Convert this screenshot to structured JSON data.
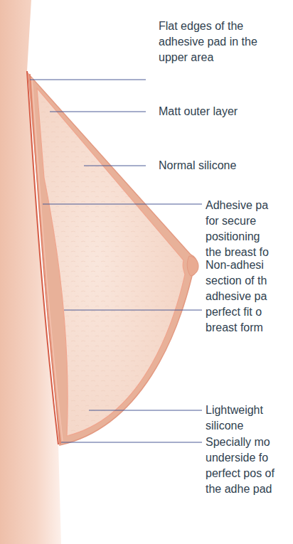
{
  "diagram": {
    "labels": [
      "Flat edges of the adhesive pad in the upper area",
      "Matt outer layer",
      "Normal silicone",
      "Adhesive pa for secure positioning the breast fo",
      "Non-adhesi section of th adhesive pa perfect fit o breast form",
      "Lightweight silicone",
      "Specially mo underside fo perfect pos of the adhe pad"
    ]
  }
}
